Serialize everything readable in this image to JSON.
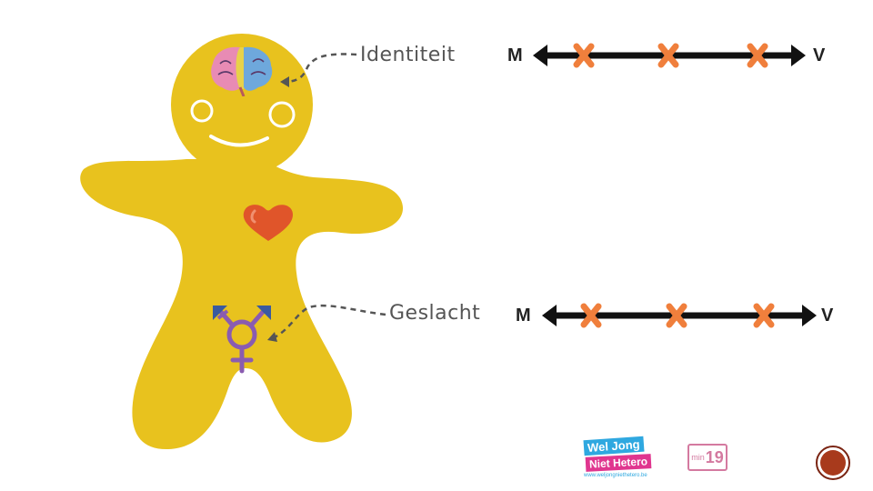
{
  "callouts": {
    "identity_label": "Identiteit",
    "sex_label": "Geslacht"
  },
  "scales": [
    {
      "left_label": "M",
      "right_label": "V",
      "markers": 3
    },
    {
      "left_label": "M",
      "right_label": "V",
      "markers": 3
    }
  ],
  "logos": {
    "logo1_line1": "Wel Jong",
    "logo1_line2": "Niet Hetero",
    "logo1_line3": "www.weljongniethetero.be",
    "logo2_small": "min",
    "logo2_big": "19"
  },
  "icons": {
    "brain": "brain-icon",
    "heart": "heart-icon",
    "gender_symbol": "transgender-symbol-icon",
    "marker": "x-marker-icon"
  },
  "colors": {
    "figure_fill": "#E8C21E",
    "heart": "#E0552A",
    "marker": "#F07F3C",
    "gender_symbol": "#8A5CB0",
    "arrow": "#111111"
  }
}
